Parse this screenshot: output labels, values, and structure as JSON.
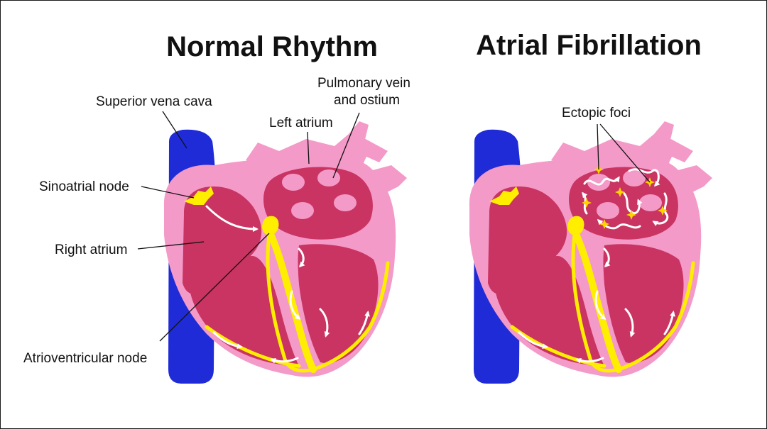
{
  "titles": {
    "normal": "Normal Rhythm",
    "afib": "Atrial Fibrillation"
  },
  "labels": {
    "svc": "Superior vena cava",
    "sa_node": "Sinoatrial node",
    "right_atrium": "Right atrium",
    "av_node": "Atrioventricular node",
    "left_atrium": "Left atrium",
    "pulmonary_line1": "Pulmonary vein",
    "pulmonary_line2": "and ostium",
    "ectopic": "Ectopic foci"
  },
  "colors": {
    "vena_cava": "#1f2bd6",
    "heart_wall": "#f49ac8",
    "chamber": "#c93462",
    "conduction": "#ffee00",
    "arrows": "#ffffff",
    "foci_sparks": "#ffd400"
  },
  "icons": {
    "conduction_path": "conduction-path-icon",
    "signal_arrow": "signal-arrow-icon",
    "ectopic_spark": "spark-icon"
  }
}
